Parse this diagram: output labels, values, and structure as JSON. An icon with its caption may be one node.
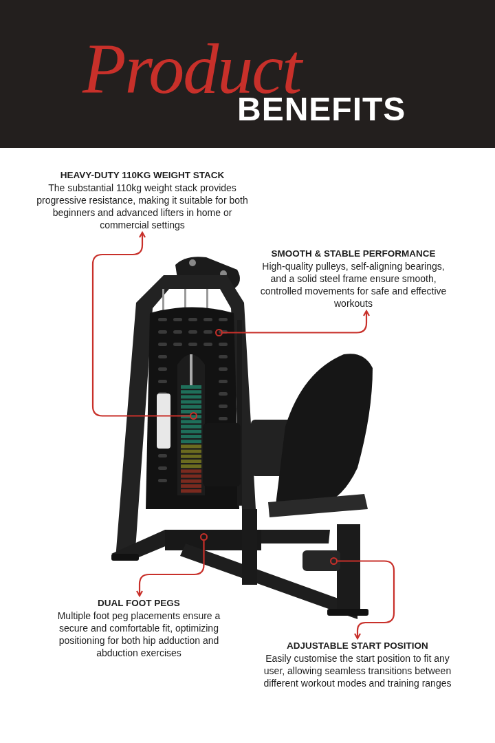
{
  "diagram": {
    "title": "Product",
    "nodes": [
      {
        "text": [
          "HEAVY-DUTY 110KG WEIGHT STACK",
          "The substantial 110kg weight stack provides progressive resistance, making it suitable for both beginners and advanced lifters in home or commercial settings"
        ]
      },
      {
        "text": [
          "SMOOTH & STABLE PERFORMANCE",
          "High-quality pulleys, self-aligning bearings, and a solid steel frame ensure smooth, controlled movements for safe and effective workouts"
        ]
      },
      {
        "text": [
          "DUAL FOOT PEGS",
          "Multiple foot peg placements ensure a secure and comfortable fit, optimizing positioning for both hip adduction and abduction exercises"
        ]
      },
      {
        "text": [
          "ADJUSTABLE START POSITION",
          "Easily customise the start position to fit any user, allowing seamless transitions between different workout modes and training ranges"
        ]
      },
      {
        "text": [],
        "shape": "circle"
      },
      {
        "text": [],
        "shape": "circle"
      },
      {
        "text": [],
        "shape": "circle"
      },
      {
        "text": [],
        "shape": "circle"
      }
    ],
    "edges": [
      {
        "from": 4,
        "to": 0,
        "arrow": "to"
      },
      {
        "from": 5,
        "to": 1,
        "arrow": "to"
      },
      {
        "from": 6,
        "to": 2,
        "arrow": "to"
      },
      {
        "from": 7,
        "to": 3,
        "arrow": "to"
      }
    ],
    "labels": [
      "BENEFITS"
    ]
  }
}
